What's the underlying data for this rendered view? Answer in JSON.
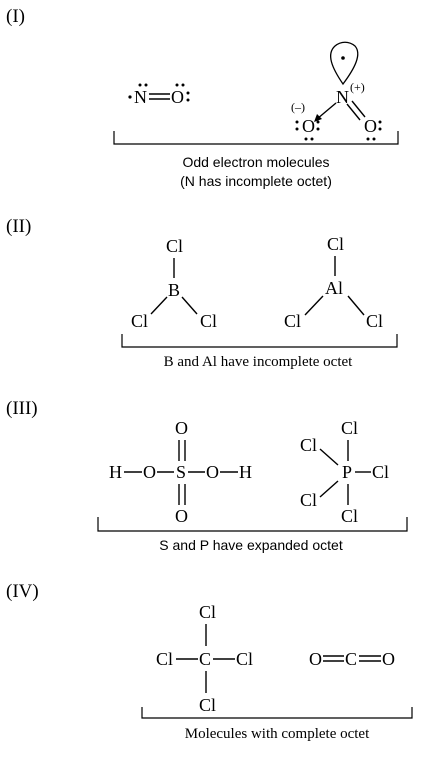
{
  "sections": [
    {
      "label": "(I)",
      "caption_lines": [
        "Odd electron molecules",
        "(N has incomplete octet)"
      ]
    },
    {
      "label": "(II)",
      "caption_lines": [
        "B and Al have incomplete octet"
      ]
    },
    {
      "label": "(III)",
      "caption_lines": [
        "S and P have expanded octet"
      ]
    },
    {
      "label": "(IV)",
      "caption_lines": [
        "Molecules with complete octet"
      ]
    }
  ],
  "atoms": {
    "N": "N",
    "O": "O",
    "B": "B",
    "Al": "Al",
    "Cl": "Cl",
    "S": "S",
    "P": "P",
    "H": "H",
    "C": "C"
  },
  "charges": {
    "plus": "(+)",
    "minus": "(–)"
  }
}
